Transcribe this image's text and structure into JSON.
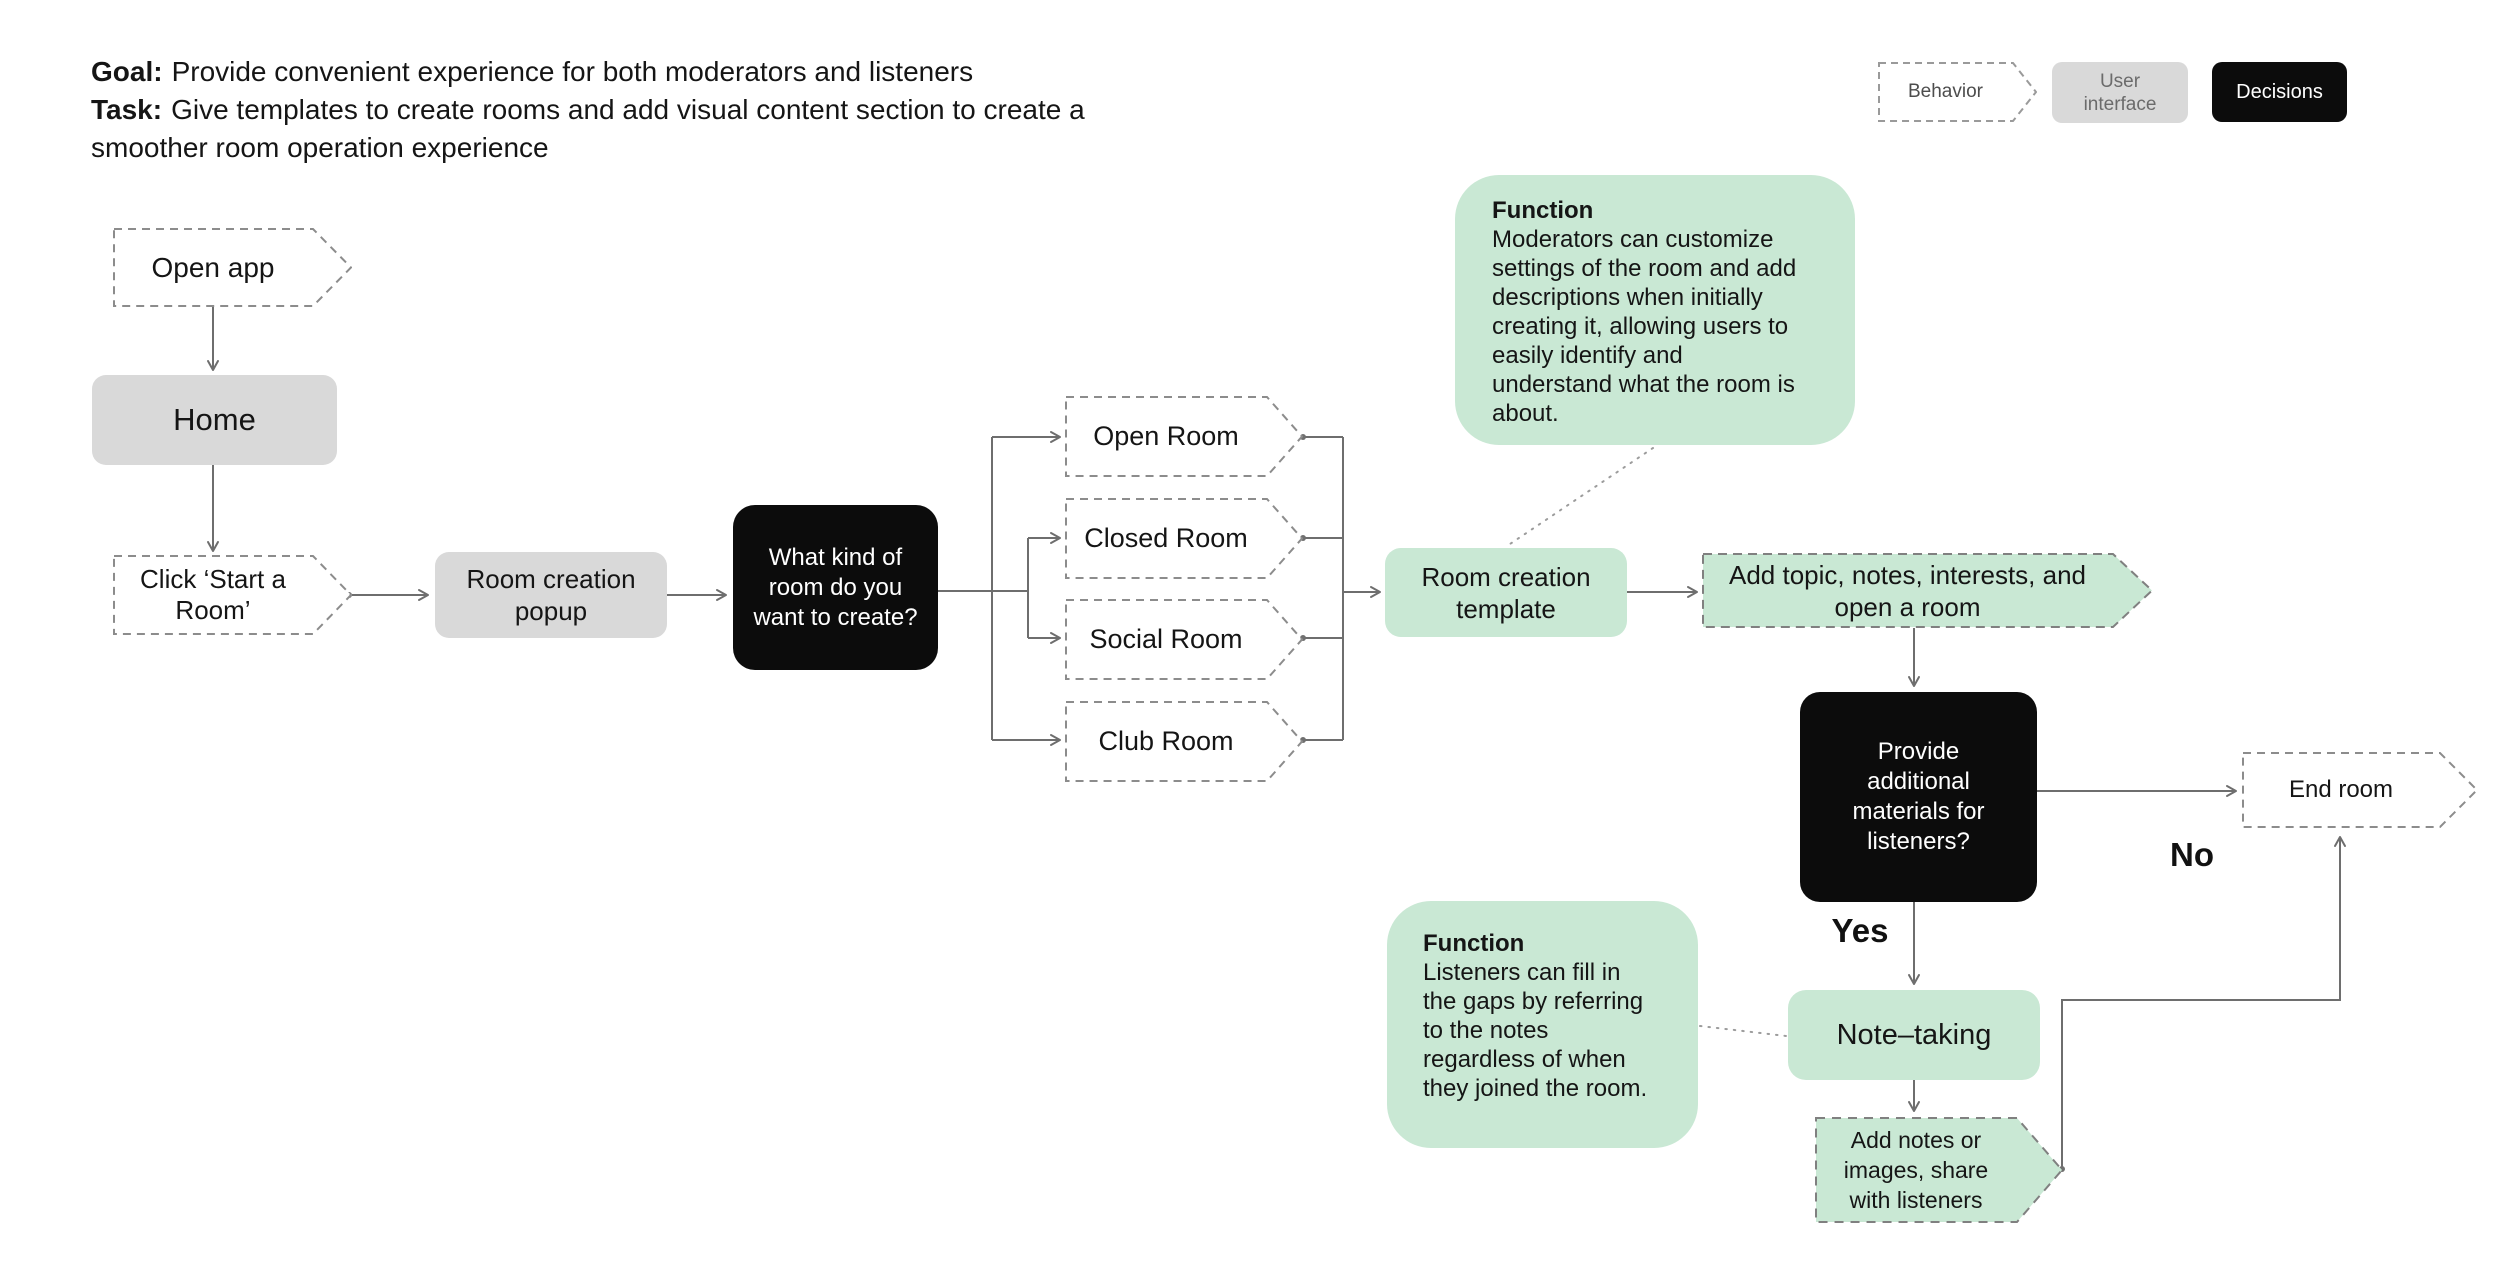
{
  "header": {
    "goal_label": "Goal:",
    "goal_text": "Provide convenient experience for both moderators and listeners",
    "task_label": "Task:",
    "task_text": "Give templates to create rooms and add visual content section to create a\nsmoother room operation experience"
  },
  "legend": {
    "behavior": "Behavior",
    "user_interface": "User\ninterface",
    "decisions": "Decisions"
  },
  "nodes": {
    "open_app": "Open app",
    "home": "Home",
    "click_start": "Click ‘Start a\nRoom’",
    "room_creation_popup": "Room creation\npopup",
    "room_kind_question": "What kind of\nroom do you\nwant to create?",
    "open_room": "Open Room",
    "closed_room": "Closed Room",
    "social_room": "Social Room",
    "club_room": "Club Room",
    "room_creation_template": "Room creation\ntemplate",
    "add_topic": "Add topic, notes, interests, and\nopen a room",
    "provide_materials_question": "Provide\nadditional\nmaterials for\nlisteners?",
    "end_room": "End room",
    "note_taking": "Note–taking",
    "add_notes": "Add notes or\nimages, share\nwith listeners"
  },
  "labels": {
    "yes": "Yes",
    "no": "No"
  },
  "annotations": {
    "function1": {
      "title": "Function",
      "body": "Moderators can customize\nsettings of the room and add\ndescriptions when initially\ncreating it, allowing users to\neasily identify and\nunderstand what the room is\nabout."
    },
    "function2": {
      "title": "Function",
      "body": "Listeners can fill in\nthe gaps by referring\nto the notes\nregardless of when\nthey joined the room."
    }
  },
  "colors": {
    "green": "#c9e8d4",
    "gray_box": "#d9d9d9",
    "black_box": "#0c0c0c",
    "dash_stroke": "#8c8c8c",
    "connector": "#6e6e6e"
  }
}
